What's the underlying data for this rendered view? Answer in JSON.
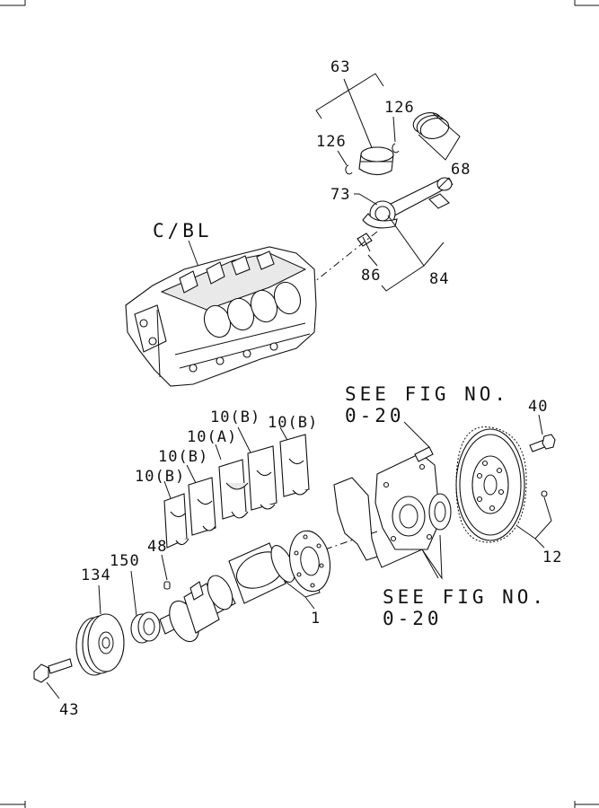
{
  "labels": {
    "piston": "63",
    "snap_ring_right": "126",
    "snap_ring_left": "126",
    "piston_rings": "68",
    "bearing_upper": "73",
    "bolt_conrod": "86",
    "conrod": "84",
    "cylinder_block": "C/BL",
    "see_fig_top_line1": "SEE FIG NO.",
    "see_fig_top_line2": "0-20",
    "bolt_flywheel": "40",
    "flywheel": "12",
    "bearing_b1": "10(B)",
    "bearing_b2": "10(B)",
    "bearing_a": "10(A)",
    "bearing_b3": "10(B)",
    "bearing_b4": "10(B)",
    "key": "48",
    "gear": "150",
    "pulley": "134",
    "crankshaft": "1",
    "see_fig_bottom_line1": "SEE FIG NO.",
    "see_fig_bottom_line2": "0-20",
    "bolt_pulley": "43"
  }
}
